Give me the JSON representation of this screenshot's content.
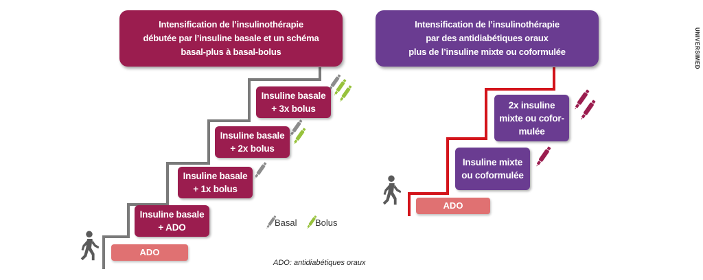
{
  "left_panel": {
    "header": [
      "Intensification de l’insulinothérapie",
      "débutée par l’insuline basale et un schéma",
      "basal-plus à basal-bolus"
    ],
    "ado": "ADO",
    "step1": [
      "Insuline basale",
      "+ ADO"
    ],
    "step2": [
      "Insuline basale",
      "+  1x bolus"
    ],
    "step3": [
      "Insuline basale",
      "+  2x bolus"
    ],
    "step4": [
      "Insuline basale",
      "+ 3x bolus"
    ],
    "legend_basal": "Basal",
    "legend_bolus": "Bolus",
    "footnote": "ADO: antidiabétiques oraux"
  },
  "right_panel": {
    "header": [
      "Intensification de l’insulinothérapie",
      "par des antidiabétiques oraux",
      "plus de l’insuline mixte ou coformulée"
    ],
    "ado": "ADO",
    "step1": [
      "Insuline mixte",
      "ou coformulée"
    ],
    "step2": [
      "2x insuline",
      "mixte ou cofor-",
      "mulée"
    ]
  },
  "side_label": "UNIVERSIMED",
  "colors": {
    "crimson": "#9b1d4f",
    "purple": "#6a3c91",
    "ado": "#e07172",
    "stair_left": "#7a7a7a",
    "stair_right": "#d3141b",
    "pen_basal": "#8c8c8c",
    "pen_bolus": "#97c23c"
  },
  "icons": [
    "walking-person-icon",
    "insulin-pen-icon"
  ]
}
